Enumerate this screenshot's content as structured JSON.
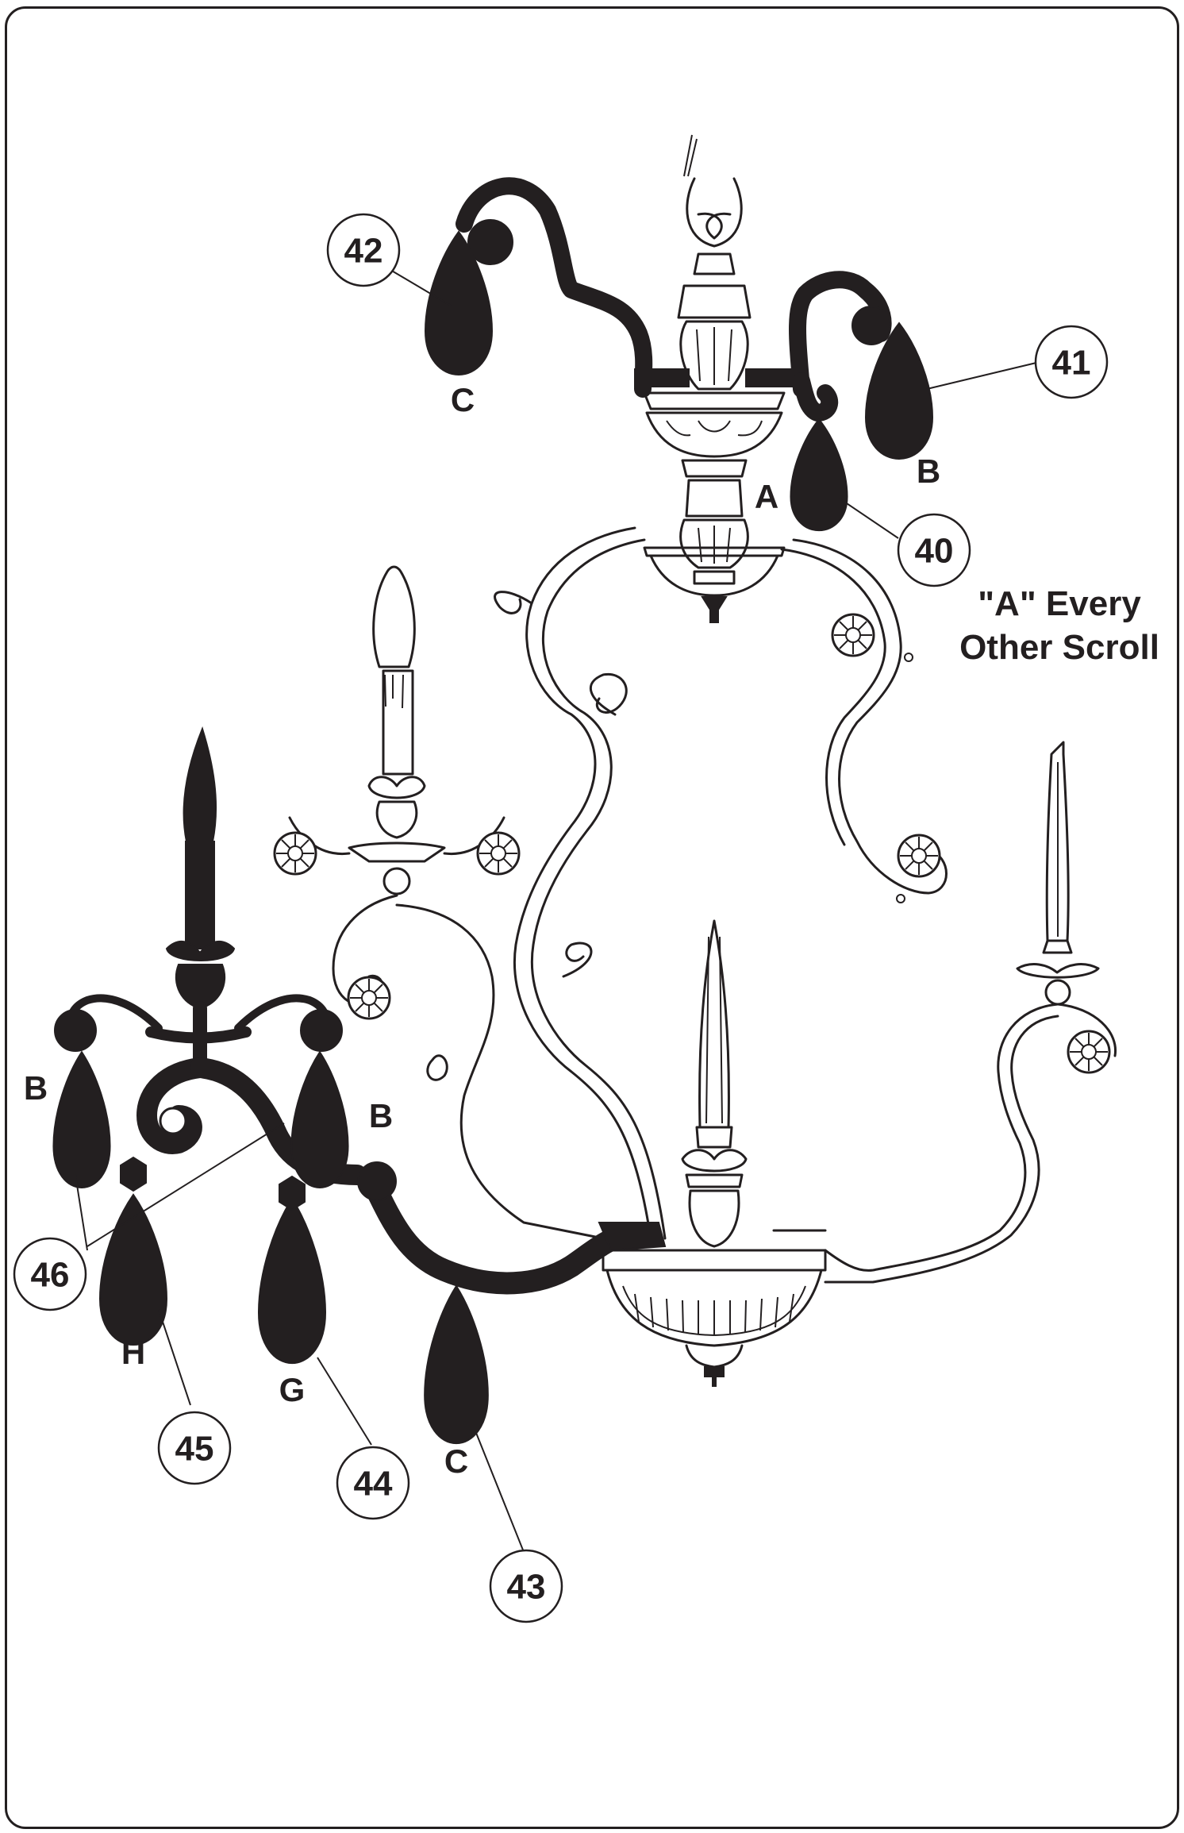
{
  "callouts": [
    "40",
    "41",
    "42",
    "43",
    "44",
    "45",
    "46"
  ],
  "letters": {
    "A": "A",
    "B": "B",
    "C": "C",
    "G": "G",
    "H": "H"
  },
  "note": {
    "line1": "\"A\" Every",
    "line2": "Other Scroll"
  },
  "colors": {
    "ink": "#231f20",
    "paper": "#ffffff"
  }
}
